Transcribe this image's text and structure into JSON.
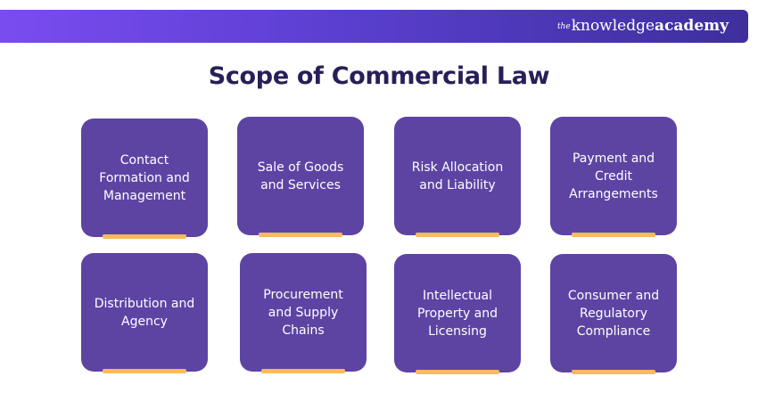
{
  "brand": {
    "logo_the": "the",
    "logo_knowledge": "knowledge",
    "logo_academy": "academy",
    "colors": {
      "banner_start": "#7a4cf0",
      "banner_end": "#3d2f9c",
      "card": "#5d44a3",
      "accent_bar": "#fbba5b",
      "title": "#262058"
    }
  },
  "title": "Scope of Commercial Law",
  "cards": [
    {
      "label": "Contact Formation and Management"
    },
    {
      "label": "Sale of Goods and Services"
    },
    {
      "label": "Risk Allocation and Liability"
    },
    {
      "label": "Payment and Credit Arrangements"
    },
    {
      "label": "Distribution and Agency"
    },
    {
      "label": "Procurement and Supply Chains"
    },
    {
      "label": "Intellectual Property and Licensing"
    },
    {
      "label": "Consumer and Regulatory Compliance"
    }
  ]
}
